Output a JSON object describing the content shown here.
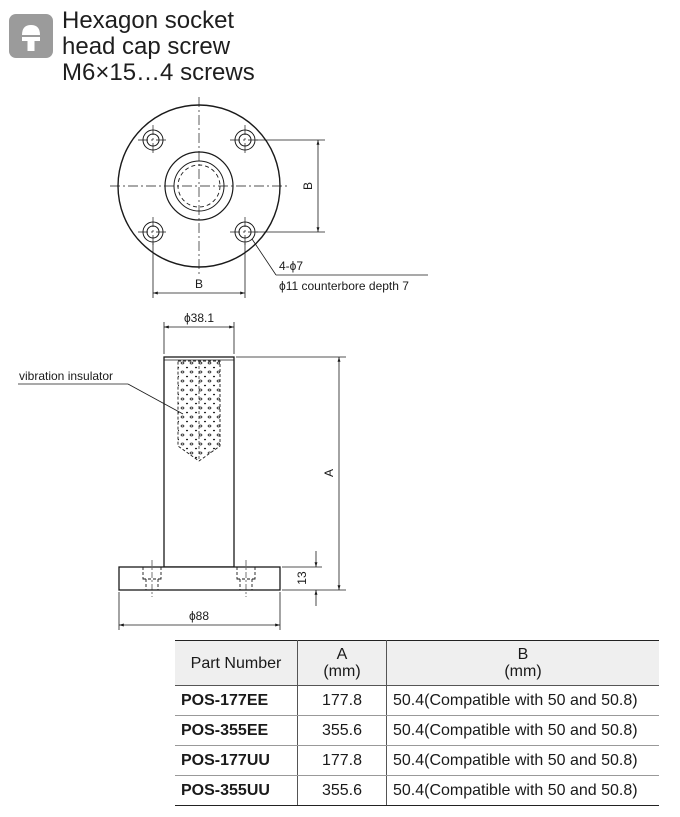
{
  "header": {
    "icon": "hex-socket-screw-icon",
    "line1": "Hexagon socket",
    "line2": "head cap screw",
    "line3": "M6×15…4 screws"
  },
  "top_view": {
    "dim_b_vertical": "B",
    "dim_b_horizontal": "B",
    "hole_callout": "4-ϕ7",
    "counterbore_callout": "ϕ11 counterbore depth 7"
  },
  "side_view": {
    "dim_diameter_top": "ϕ38.1",
    "label_insulator": "vibration insulator",
    "dim_a": "A",
    "dim_base_thickness": "13",
    "dim_base_diameter": "ϕ88"
  },
  "table": {
    "headers": {
      "part": "Part Number",
      "a_name": "A",
      "a_unit": "(mm)",
      "b_name": "B",
      "b_unit": "(mm)"
    },
    "rows": [
      {
        "part": "POS-177EE",
        "a": "177.8",
        "b": "50.4(Compatible with 50 and 50.8)"
      },
      {
        "part": "POS-355EE",
        "a": "355.6",
        "b": "50.4(Compatible with 50 and 50.8)"
      },
      {
        "part": "POS-177UU",
        "a": "177.8",
        "b": "50.4(Compatible with 50 and 50.8)"
      },
      {
        "part": "POS-355UU",
        "a": "355.6",
        "b": "50.4(Compatible with 50 and 50.8)"
      }
    ]
  },
  "colors": {
    "line": "#1a1a1a",
    "icon_bg": "#9b9b9b",
    "header_bg": "#efefef"
  }
}
